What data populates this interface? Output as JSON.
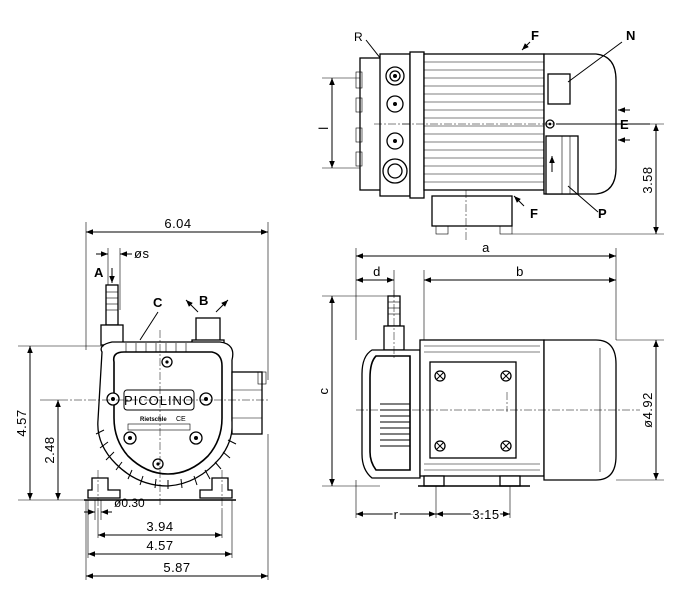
{
  "front_view": {
    "dim_overall_width": "6.04",
    "dim_bore": "øs",
    "dim_height": "4.57",
    "dim_foot_height": "2.48",
    "dim_hole": "ø0.30",
    "dim_hole_spacing": "3.94",
    "dim_foot_width": "4.57",
    "dim_base_width": "5.87",
    "label_a": "A",
    "label_b": "B",
    "label_c": "C",
    "brand_name": "PICOLINO",
    "maker_name": "Rietschle",
    "ce_mark": "CE"
  },
  "top_view": {
    "label_r": "R",
    "label_l": "l",
    "label_f_top": "F",
    "label_f_bottom": "F",
    "label_n": "N",
    "label_e": "E",
    "label_p": "P",
    "dim_height": "3.58"
  },
  "side_view": {
    "dim_a": "a",
    "dim_b": "b",
    "dim_c": "c",
    "dim_d": "d",
    "dim_r": "r",
    "dim_foot": "3.15",
    "dim_motor_diameter": "ø4.92"
  }
}
